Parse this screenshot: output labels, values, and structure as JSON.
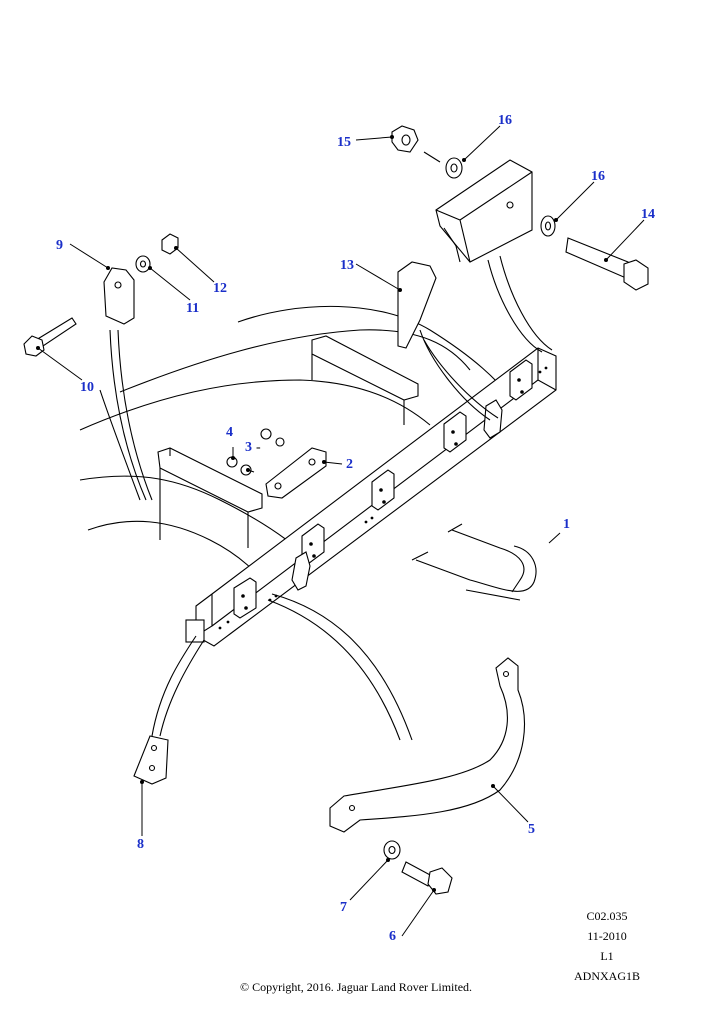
{
  "diagram": {
    "callouts": [
      {
        "id": "1",
        "label": "1"
      },
      {
        "id": "2",
        "label": "2"
      },
      {
        "id": "3",
        "label": "3"
      },
      {
        "id": "4",
        "label": "4"
      },
      {
        "id": "5",
        "label": "5"
      },
      {
        "id": "6",
        "label": "6"
      },
      {
        "id": "7",
        "label": "7"
      },
      {
        "id": "8",
        "label": "8"
      },
      {
        "id": "9",
        "label": "9"
      },
      {
        "id": "10",
        "label": "10"
      },
      {
        "id": "11",
        "label": "11"
      },
      {
        "id": "12",
        "label": "12"
      },
      {
        "id": "13",
        "label": "13"
      },
      {
        "id": "14",
        "label": "14"
      },
      {
        "id": "15",
        "label": "15"
      },
      {
        "id": "16a",
        "label": "16"
      },
      {
        "id": "16b",
        "label": "16"
      }
    ],
    "callout_color": "#1a2fc9"
  },
  "reference": {
    "code": "C02.035",
    "date": "11-2010",
    "level": "L1",
    "id": "ADNXAG1B"
  },
  "footer": {
    "copyright": "© Copyright, 2016. Jaguar Land Rover Limited."
  }
}
